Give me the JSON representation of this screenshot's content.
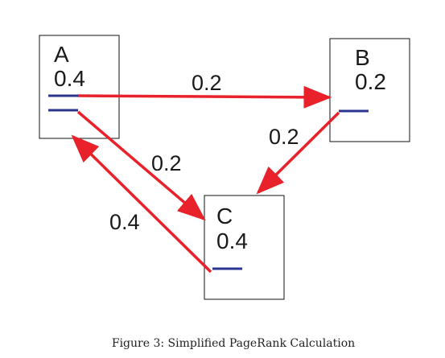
{
  "colors": {
    "arrow": "#e8212b",
    "port": "#2b3590",
    "border": "#111111"
  },
  "nodes": {
    "a": {
      "name": "A",
      "rank": "0.4"
    },
    "b": {
      "name": "B",
      "rank": "0.2"
    },
    "c": {
      "name": "C",
      "rank": "0.4"
    }
  },
  "edges": [
    {
      "from": "A",
      "to": "B",
      "label": "0.2"
    },
    {
      "from": "B",
      "to": "C",
      "label": "0.2"
    },
    {
      "from": "A",
      "to": "C",
      "label": "0.2"
    },
    {
      "from": "C",
      "to": "A",
      "label": "0.4"
    }
  ],
  "caption": "Figure 3: Simplified PageRank Calculation"
}
